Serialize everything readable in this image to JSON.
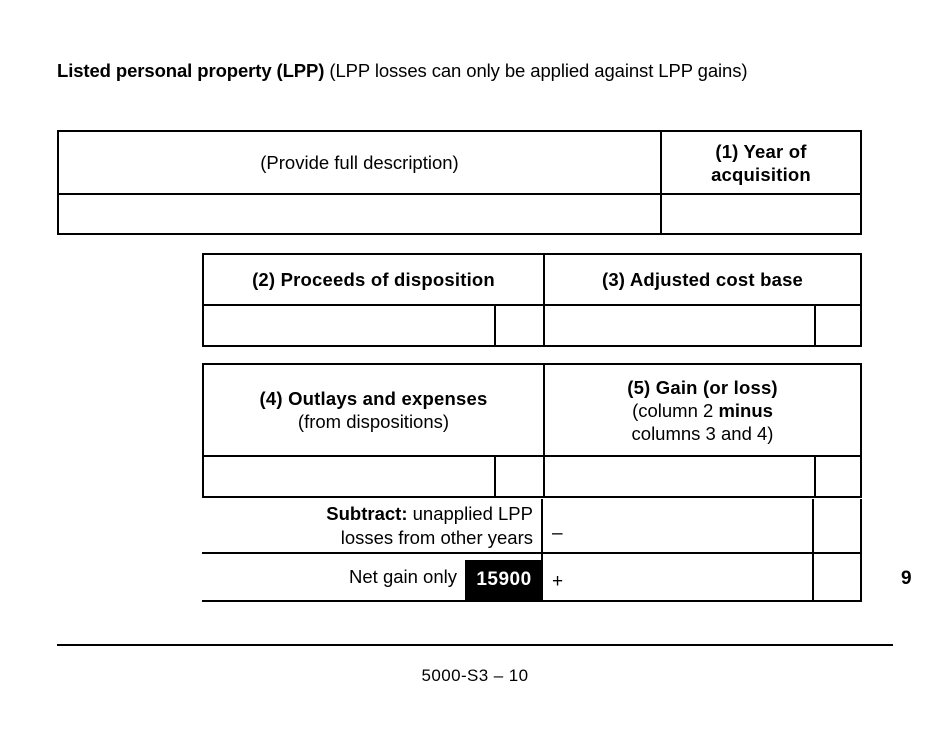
{
  "heading": {
    "bold_part": "Listed personal property (LPP)",
    "plain_part": " (LPP losses can only be applied against LPP gains)"
  },
  "table_1": {
    "headers": {
      "description": "(Provide full description)",
      "year_of_acquisition": "(1) Year of\nacquisition"
    },
    "year_label_line1": "(1) Year of",
    "year_label_line2": "acquisition",
    "input_description": "",
    "input_year": ""
  },
  "table_2": {
    "header_col2": "(2) Proceeds of disposition",
    "header_col3": "(3) Adjusted cost base",
    "input_col2_dollars": "",
    "input_col2_cents": "",
    "input_col3_dollars": "",
    "input_col3_cents": ""
  },
  "table_3": {
    "header_col4_line1": "(4) Outlays and expenses",
    "header_col4_line2": "(from dispositions)",
    "header_col5_line1": "(5) Gain (or loss)",
    "header_col5_line2_pre": "(column 2 ",
    "header_col5_line2_bold": "minus",
    "header_col5_line3": "columns 3 and 4)",
    "input_col4_dollars": "",
    "input_col4_cents": "",
    "input_col5_dollars": "",
    "input_col5_cents": ""
  },
  "subtract_row": {
    "label_bold": "Subtract:",
    "label_rest": " unapplied LPP",
    "label_line2": "losses from other years",
    "operator": "–",
    "input_dollars": "",
    "input_cents": ""
  },
  "net_gain_row": {
    "label": "Net gain only",
    "field_number": "15900",
    "operator": "+",
    "input_dollars": "",
    "input_cents": "",
    "line_marker": "9"
  },
  "footer": {
    "form_id": "5000-S3 – 10"
  },
  "colors": {
    "ink": "#000000",
    "page": "#ffffff",
    "field_badge_bg": "#000000",
    "field_badge_text": "#ffffff"
  }
}
